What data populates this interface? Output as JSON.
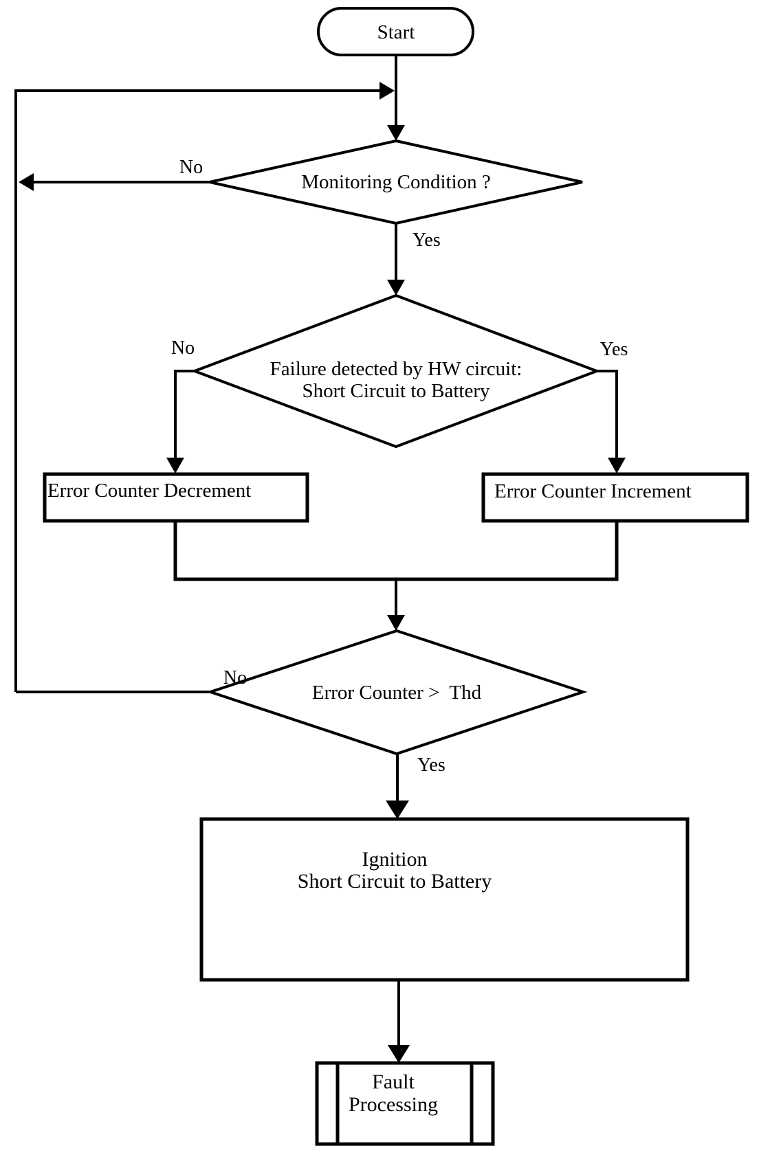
{
  "diagram": {
    "background": "#ffffff",
    "stroke_color": "#000000",
    "nodes": {
      "start": {
        "type": "terminator",
        "label": "Start"
      },
      "monitoring_condition": {
        "type": "decision",
        "label": "Monitoring Condition ?"
      },
      "failure_detected": {
        "type": "decision",
        "line1": "Failure detected by HW circuit:",
        "line2": "Short Circuit to Battery"
      },
      "error_counter_decrement": {
        "type": "process",
        "label": "Error Counter Decrement"
      },
      "error_counter_increment": {
        "type": "process",
        "label": "Error Counter Increment"
      },
      "error_counter_threshold": {
        "type": "decision",
        "label": "Error Counter >  Thd"
      },
      "ignition_short_circuit": {
        "type": "process",
        "line1": "Ignition",
        "line2": "Short Circuit to Battery"
      },
      "fault_processing": {
        "type": "predefined_process",
        "line1": "Fault",
        "line2": "Processing"
      }
    },
    "edges": {
      "monitoring_no": "No",
      "monitoring_yes": "Yes",
      "failure_no": "No",
      "failure_yes": "Yes",
      "threshold_no": "No",
      "threshold_yes": "Yes"
    }
  }
}
